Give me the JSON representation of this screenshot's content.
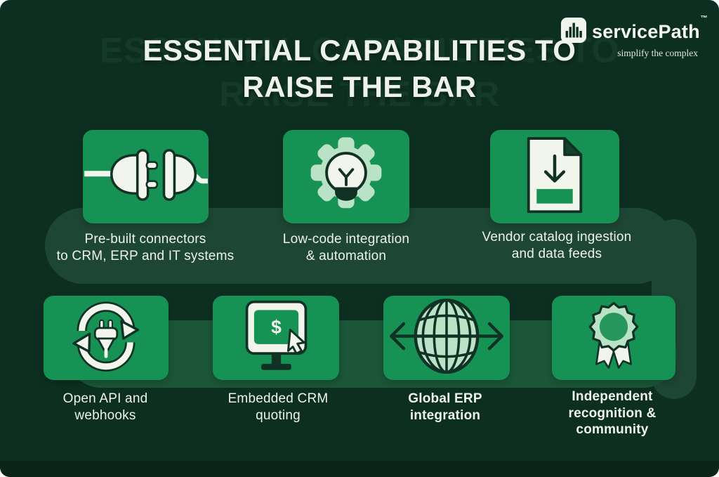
{
  "brand": {
    "name": "servicePath",
    "trademark": "™",
    "tagline": "simplify the complex",
    "logo_icon": "bar-chart-icon"
  },
  "title": {
    "line1": "ESSENTIAL CAPABILITIES TO",
    "line2": "RAISE THE BAR"
  },
  "top_row": [
    {
      "icon": "plug-connectors-icon",
      "label": "Pre-built connectors\nto CRM, ERP and IT systems"
    },
    {
      "icon": "gear-lightbulb-icon",
      "label": "Low-code integration\n& automation"
    },
    {
      "icon": "document-download-icon",
      "label": "Vendor catalog ingestion\nand data feeds"
    }
  ],
  "bottom_row": [
    {
      "icon": "sync-plug-icon",
      "label": "Open API and\nwebhooks"
    },
    {
      "icon": "monitor-quote-icon",
      "label": "Embedded CRM\nquoting"
    },
    {
      "icon": "globe-arrows-icon",
      "label": "Global ERP\nintegration"
    },
    {
      "icon": "award-ribbon-icon",
      "label": "Independent\nrecognition &\ncommunity"
    }
  ],
  "colors": {
    "background": "#0d2f21",
    "card_green": "#169254",
    "mint_green": "#b9e2c6",
    "cream": "#f2f5ec",
    "outline_dark": "#123125",
    "band_green": "#1e4634",
    "connector_green": "#1b5638"
  }
}
